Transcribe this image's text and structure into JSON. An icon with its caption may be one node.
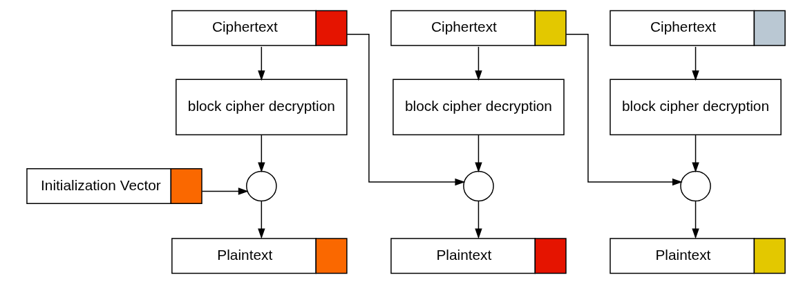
{
  "diagram": {
    "nodes": [
      {
        "text": [
          "Ciphertext"
        ]
      },
      {
        "text": [
          "Ciphertext"
        ]
      },
      {
        "text": [
          "Ciphertext"
        ]
      },
      {
        "text": [
          "block cipher decryption"
        ]
      },
      {
        "text": [
          "block cipher decryption"
        ]
      },
      {
        "text": [
          "block cipher decryption"
        ]
      },
      {
        "text": [
          "Initialization Vector"
        ]
      },
      {
        "text": [],
        "shape": "circle"
      },
      {
        "text": [],
        "shape": "circle"
      },
      {
        "text": [],
        "shape": "circle"
      },
      {
        "text": [
          "Plaintext"
        ]
      },
      {
        "text": [
          "Plaintext"
        ]
      },
      {
        "text": [
          "Plaintext"
        ]
      }
    ],
    "edges": [
      {
        "from": 0,
        "to": 3,
        "arrow": "to"
      },
      {
        "from": 1,
        "to": 4,
        "arrow": "to"
      },
      {
        "from": 2,
        "to": 5,
        "arrow": "to"
      },
      {
        "from": 3,
        "to": 7,
        "arrow": "to"
      },
      {
        "from": 4,
        "to": 8,
        "arrow": "to"
      },
      {
        "from": 5,
        "to": 9,
        "arrow": "to"
      },
      {
        "from": 6,
        "to": 7,
        "arrow": "to"
      },
      {
        "from": 0,
        "to": 8,
        "arrow": "to"
      },
      {
        "from": 1,
        "to": 9,
        "arrow": "to"
      },
      {
        "from": 7,
        "to": 10,
        "arrow": "to"
      },
      {
        "from": 8,
        "to": 11,
        "arrow": "to"
      },
      {
        "from": 9,
        "to": 12,
        "arrow": "to"
      }
    ]
  }
}
